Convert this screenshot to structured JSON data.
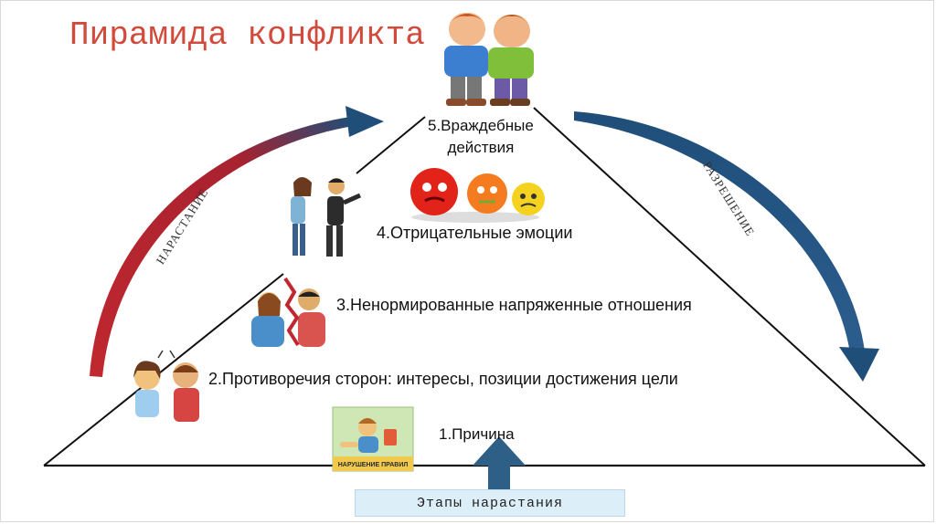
{
  "title": "Пирамида конфликта",
  "levels": {
    "l5_line1": "5.Враждебные",
    "l5_line2": "действия",
    "l4": "4.Отрицательные эмоции",
    "l3": "3.Ненормированные напряженные отношения",
    "l2": "2.Противоречия сторон: интересы, позиции достижения цели",
    "l1": "1.Причина"
  },
  "side_labels": {
    "left": "НАРАСТАНИЕ",
    "right": "РАЗРЕШЕНИЕ"
  },
  "bottom_label": "Этапы нарастания",
  "sticker_caption": "НАРУШЕНИЕ ПРАВИЛ",
  "colors": {
    "title": "#d24a3c",
    "left_arrow": "#c0282f",
    "right_arrow": "#1f4e79",
    "up_arrow": "#2e5f86",
    "bottom_box": "#dceef8"
  },
  "icons": [
    "boys-arguing-icon",
    "couple-quarrel-icon",
    "angry-emoji-balls-icon",
    "couple-cracked-icon",
    "couple-talking-icon",
    "rule-breaking-sticker-icon"
  ]
}
